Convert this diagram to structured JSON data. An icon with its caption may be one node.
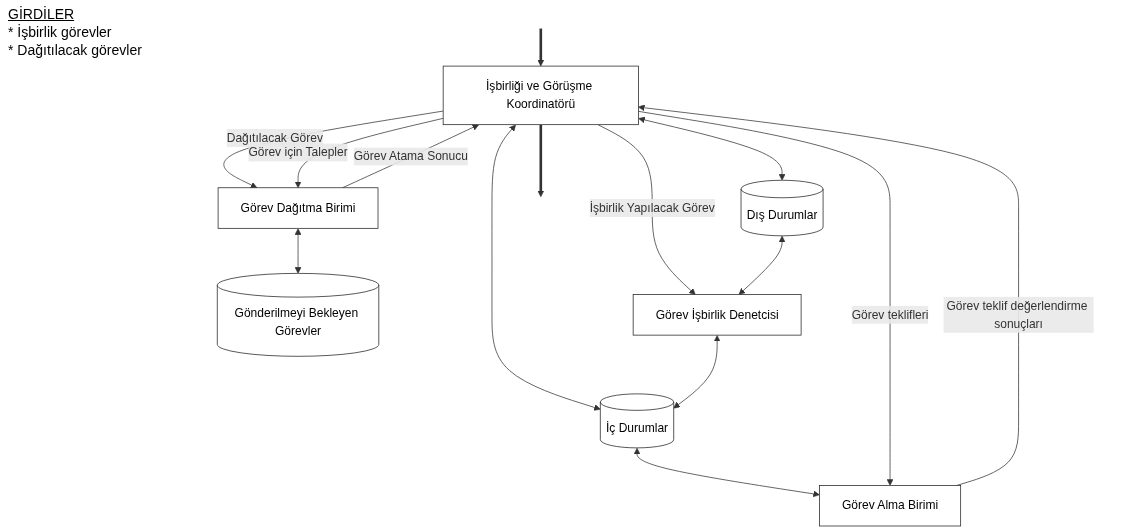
{
  "diagram": {
    "nodes": [
      {
        "text": [
          "İşbirliği ve Görüşme Koordinatörü"
        ]
      },
      {
        "text": [
          "Görev Dağıtma Birimi"
        ]
      },
      {
        "text": [
          "Gönderilmeyi Bekleyen Görevler"
        ]
      },
      {
        "text": [
          "Dış Durumlar"
        ]
      },
      {
        "text": [
          "İç Durumlar"
        ]
      },
      {
        "text": [
          "Görev İşbirlik Denetcisi"
        ]
      },
      {
        "text": [
          "Görev Alma Birimi"
        ]
      }
    ],
    "edges": [
      {
        "from": null,
        "to": 0,
        "arrow": "to",
        "style": "thick"
      },
      {
        "from": 0,
        "to": null,
        "arrow": "to",
        "style": "thick"
      },
      {
        "from": 0,
        "to": 1,
        "arrow": "to",
        "label": "Dağıtılacak Görev"
      },
      {
        "from": 0,
        "to": 1,
        "arrow": "to",
        "label": "Görev için Talepler"
      },
      {
        "from": 1,
        "to": 0,
        "arrow": "to",
        "label": "Görev Atama Sonucu"
      },
      {
        "from": 1,
        "to": 2,
        "arrow": "both"
      },
      {
        "from": 0,
        "to": 5,
        "arrow": "to",
        "label": "İşbirlik Yapılacak Görev"
      },
      {
        "from": 0,
        "to": 3,
        "arrow": "both"
      },
      {
        "from": 0,
        "to": 4,
        "arrow": "both"
      },
      {
        "from": 3,
        "to": 5,
        "arrow": "both"
      },
      {
        "from": 5,
        "to": 4,
        "arrow": "both"
      },
      {
        "from": 4,
        "to": 6,
        "arrow": "both"
      },
      {
        "from": 0,
        "to": 6,
        "arrow": "to",
        "label": "Görev teklifleri"
      },
      {
        "from": 6,
        "to": 0,
        "arrow": "to",
        "label": "Görev teklif değerlendirme sonuçları"
      }
    ],
    "labels": [
      "GİRDİLER",
      "* İşbirlik görevler",
      "* Dağıtılacak görevler"
    ]
  }
}
